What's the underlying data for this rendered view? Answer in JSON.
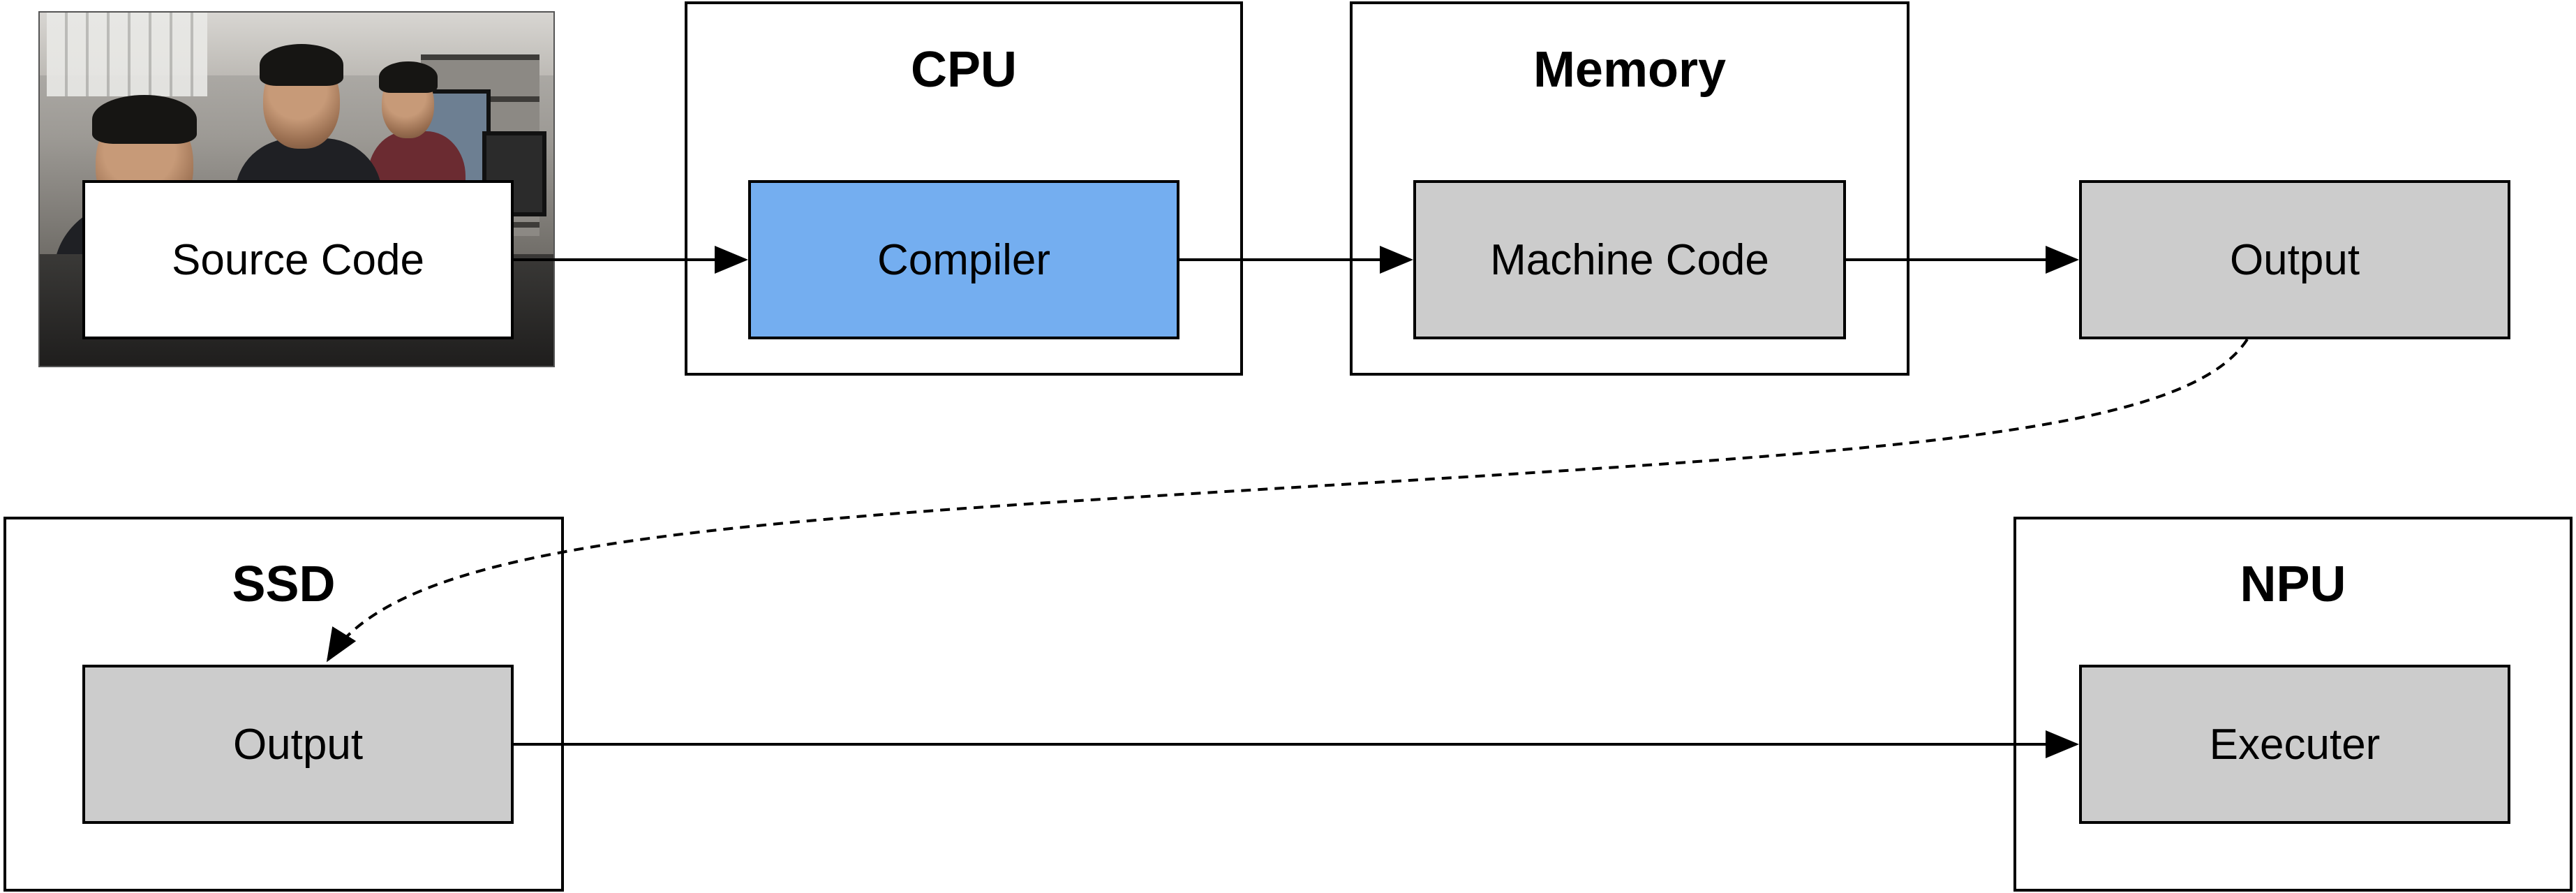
{
  "containers": {
    "cpu": {
      "title": "CPU"
    },
    "memory": {
      "title": "Memory"
    },
    "ssd": {
      "title": "SSD"
    },
    "npu": {
      "title": "NPU"
    }
  },
  "nodes": {
    "source_code": "Source Code",
    "compiler": "Compiler",
    "machine_code": "Machine Code",
    "output_top": "Output",
    "output_ssd": "Output",
    "executer": "Executer"
  },
  "colors": {
    "compiler_fill": "#74aef0",
    "node_fill": "#cccccc",
    "stroke": "#000000"
  },
  "image": {
    "description_icon": "office-photo-people"
  }
}
